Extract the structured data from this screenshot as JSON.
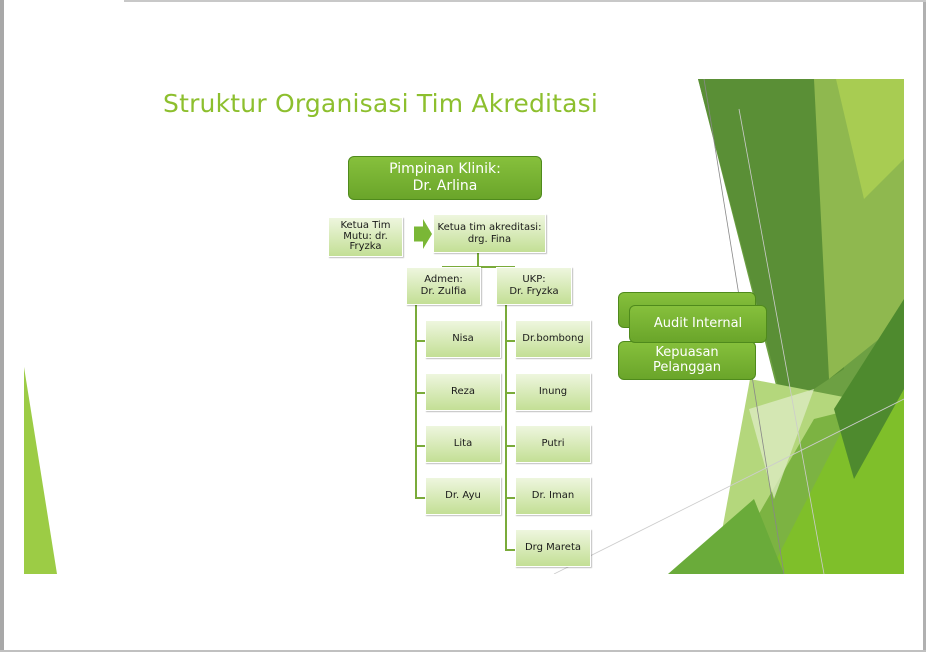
{
  "title": "Struktur Organisasi Tim Akreditasi",
  "top": {
    "line1": "Pimpinan Klinik:",
    "line2": "Dr. Arlina"
  },
  "ketua_mutu": {
    "line1": "Ketua Tim",
    "line2": "Mutu: dr.",
    "line3": "Fryzka"
  },
  "ketua_akreditasi": {
    "line1": "Ketua tim akreditasi:",
    "line2": "drg. Fina"
  },
  "admen": {
    "line1": "Admen:",
    "line2": "Dr. Zulfia",
    "members": [
      "Nisa",
      "Reza",
      "Lita",
      "Dr. Ayu"
    ]
  },
  "ukp": {
    "line1": "UKP:",
    "line2": "Dr. Fryzka",
    "members": [
      "Dr.bombong",
      "Inung",
      "Putri",
      "Dr. Iman",
      "Drg Mareta"
    ]
  },
  "side": {
    "audit": "Audit Internal",
    "kepuasan_line1": "Kepuasan",
    "kepuasan_line2": "Pelanggan"
  },
  "colors": {
    "accent": "#8dbf2e",
    "dark_green": "#6aa52a",
    "light_green": "#c3df95"
  }
}
